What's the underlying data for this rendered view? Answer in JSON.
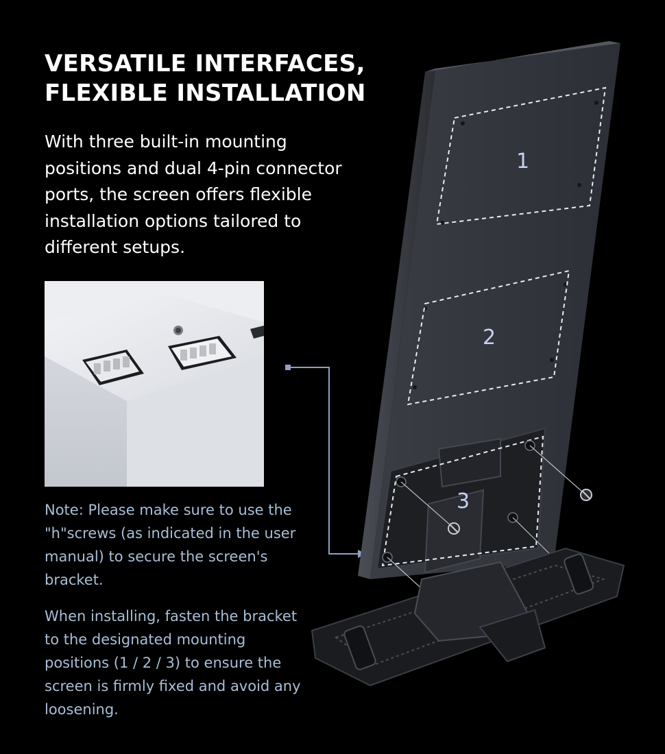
{
  "heading": {
    "line1": "VERSATILE INTERFACES,",
    "line2": "FLEXIBLE INSTALLATION"
  },
  "intro_text": "With three built-in mounting positions and dual 4-pin connector ports, the screen offers flexible installation options tailored to different setups.",
  "note_text": "Note: Please make sure to use the \"h\"screws (as indicated in the user manual) to secure the screen's bracket.",
  "install_text": "When installing, fasten the bracket to the designated mounting positions (1 / 2 / 3) to ensure the screen is firmly fixed and avoid any loosening.",
  "mount_labels": [
    "1",
    "2",
    "3"
  ],
  "colors": {
    "background": "#000000",
    "heading": "#ffffff",
    "accent_text": "#a9bfd6",
    "mount_label": "#c6d2f2",
    "callout_line": "#8fa0c8"
  }
}
